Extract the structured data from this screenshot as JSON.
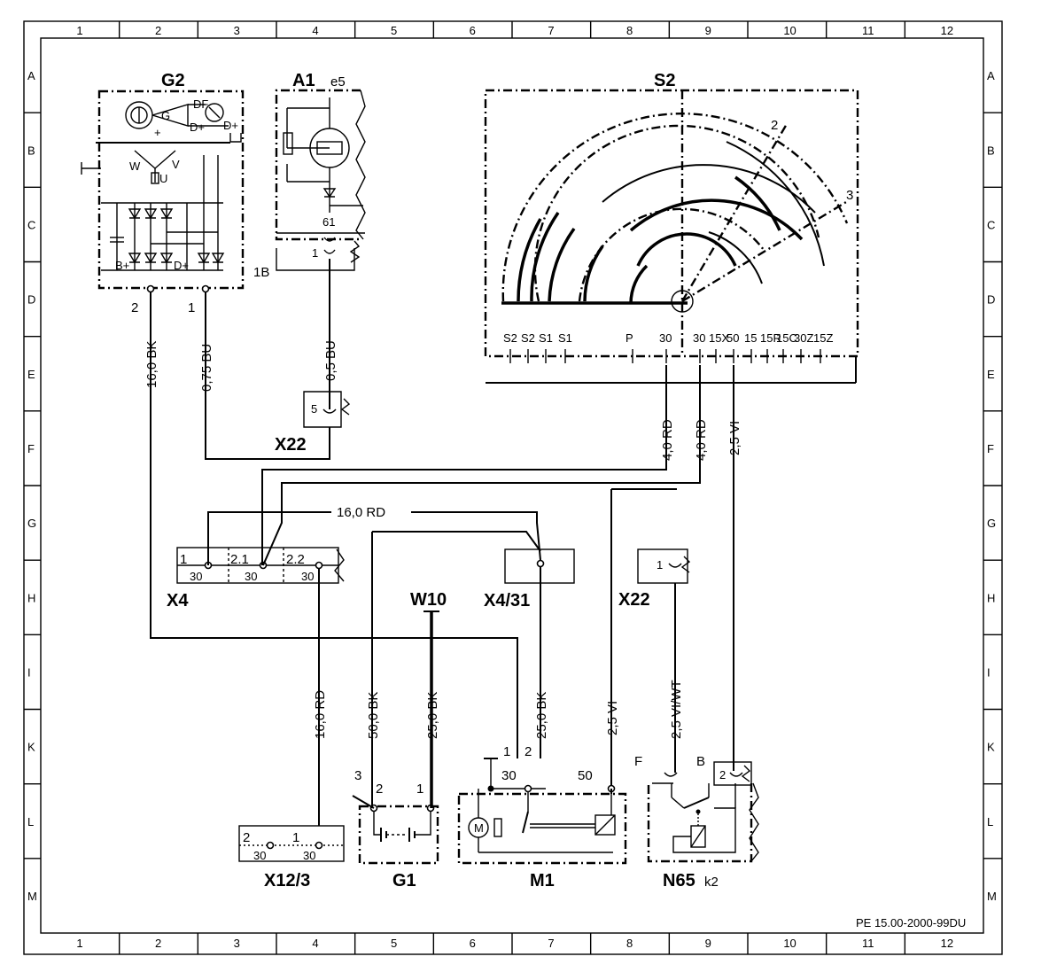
{
  "border": {
    "columns": [
      "1",
      "2",
      "3",
      "4",
      "5",
      "6",
      "7",
      "8",
      "9",
      "10",
      "11",
      "12"
    ],
    "rows": [
      "A",
      "B",
      "C",
      "D",
      "E",
      "F",
      "G",
      "H",
      "I",
      "K",
      "L",
      "M"
    ]
  },
  "components": {
    "g2": {
      "name": "G2",
      "terminals": [
        "DF",
        "D+",
        "D+",
        "G",
        "+",
        "W",
        "V",
        "U",
        "B+",
        "D+"
      ],
      "pins": [
        "2",
        "1"
      ]
    },
    "a1": {
      "name": "A1",
      "sub": "e5",
      "pins": [
        "61",
        "1"
      ],
      "connector": "1B"
    },
    "s2": {
      "name": "S2",
      "positions": [
        "2",
        "3"
      ],
      "terminals": [
        "S2",
        "S2",
        "S1",
        "S1",
        "P",
        "30",
        "30",
        "15X",
        "50",
        "15",
        "15R",
        "15C",
        "30Z",
        "15Z"
      ]
    },
    "x22_upper": {
      "name": "X22",
      "pin": "5"
    },
    "x22_lower": {
      "name": "X22",
      "pin": "1"
    },
    "x4": {
      "name": "X4",
      "pins": [
        "1",
        "2.1",
        "2.2"
      ],
      "terminals": [
        "30",
        "30",
        "30"
      ]
    },
    "w10": {
      "name": "W10"
    },
    "x4_31": {
      "name": "X4/31"
    },
    "x12_3": {
      "name": "X12/3",
      "pins": [
        "2",
        "1"
      ],
      "terminals": [
        "30",
        "30"
      ]
    },
    "g1": {
      "name": "G1",
      "pins": [
        "3",
        "2",
        "1"
      ]
    },
    "m1": {
      "name": "M1",
      "pins": [
        "1",
        "2",
        "30",
        "50"
      ]
    },
    "n65": {
      "name": "N65",
      "sub": "k2",
      "pins": [
        "F",
        "B",
        "2"
      ]
    }
  },
  "wires": {
    "g2_pin2": "16,0 BK",
    "g2_pin1": "0,75 BU",
    "a1_61": "0,5 BU",
    "s2_30a": "4,0 RD",
    "s2_30b": "4,0 RD",
    "s2_50": "2,5 VI",
    "x4_link": "16,0 RD",
    "x12_feed": "16,0 RD",
    "g1_neg": "50,0 BK",
    "w10_gnd": "25,0 BK",
    "m1_feed": "25,0 BK",
    "x22_vi": "2,5 VI",
    "x22_viwt": "2,5 VI/WT"
  },
  "doc_code": "PE 15.00-2000-99DU"
}
